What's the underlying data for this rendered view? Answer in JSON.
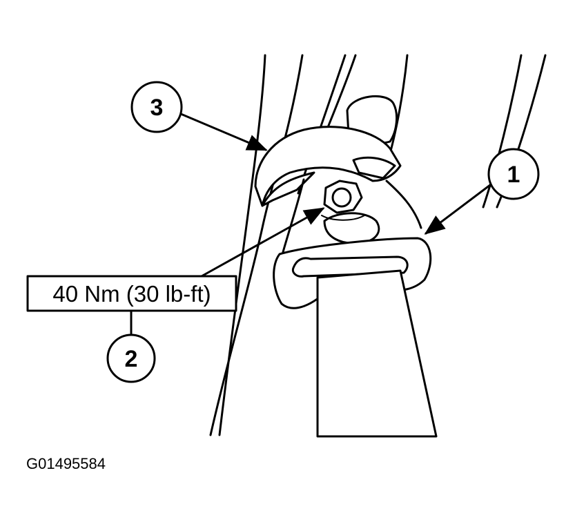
{
  "callouts": [
    {
      "id": "callout-1",
      "label": "1"
    },
    {
      "id": "callout-2",
      "label": "2"
    },
    {
      "id": "callout-3",
      "label": "3"
    }
  ],
  "torque_spec": "40 Nm (30 lb-ft)",
  "figure_id": "G01495584"
}
